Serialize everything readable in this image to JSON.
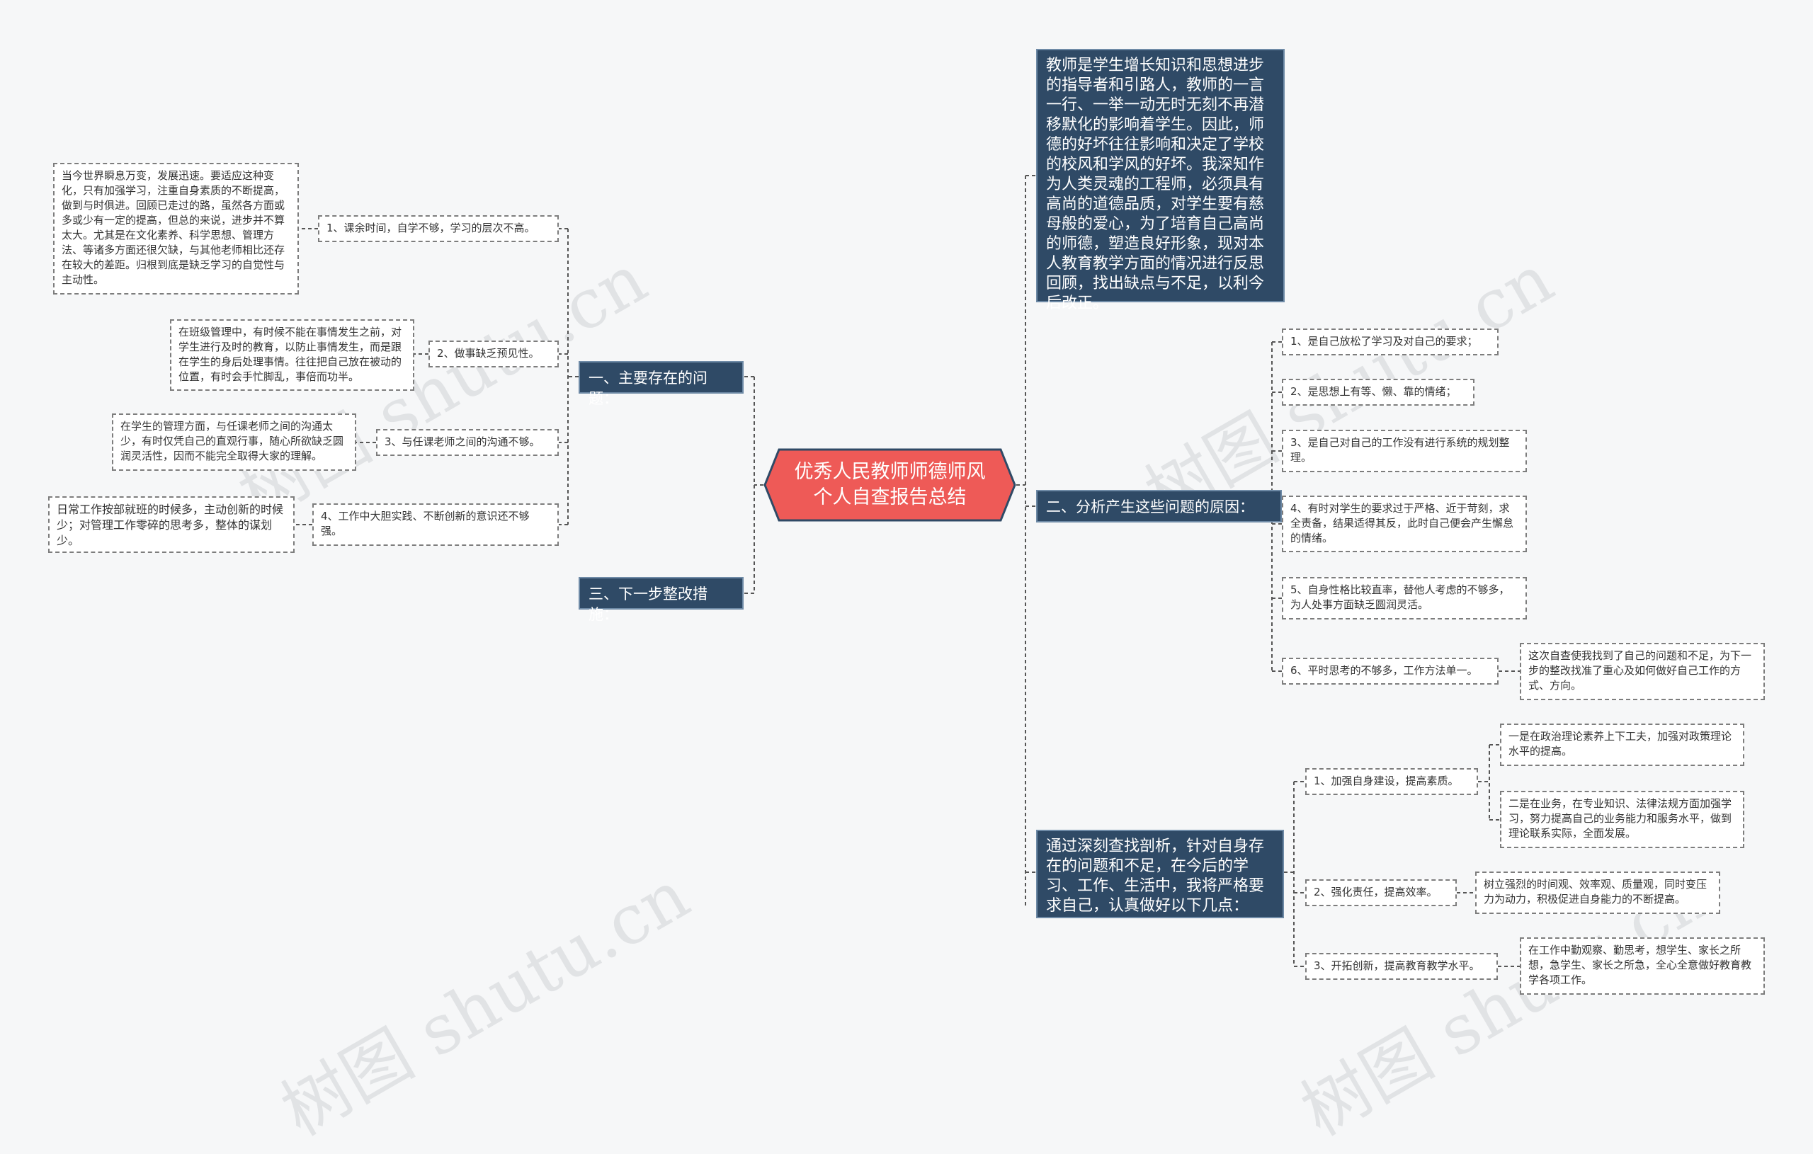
{
  "watermark": "树图 shutu.cn",
  "colors": {
    "center_fill": "#ee5a57",
    "topic_fill": "#2f4a66",
    "connector": "#555555",
    "background": "#f6f7f8"
  },
  "center": {
    "title": "优秀人民教师师德师风个人自查报告总结"
  },
  "intro": {
    "text": "教师是学生增长知识和思想进步的指导者和引路人，教师的一言一行、一举一动无时无刻不再潜移默化的影响着学生。因此，师德的好坏往往影响和决定了学校的校风和学风的好坏。我深知作为人类灵魂的工程师，必须具有高尚的道德品质，对学生要有慈母般的爱心，为了培育自己高尚的师德，塑造良好形象，现对本人教育教学方面的情况进行反思回顾，找出缺点与不足，以利今后改正。"
  },
  "left": {
    "problems": {
      "label": "一、主要存在的问题：",
      "items": [
        {
          "label": "1、课余时间，自学不够，学习的层次不高。",
          "detail": "当今世界瞬息万变，发展迅速。要适应这种变化，只有加强学习，注重自身素质的不断提高，做到与时俱进。回顾已走过的路，虽然各方面或多或少有一定的提高，但总的来说，进步并不算太大。尤其是在文化素养、科学思想、管理方法、等诸多方面还很欠缺，与其他老师相比还存在较大的差距。归根到底是缺乏学习的自觉性与主动性。"
        },
        {
          "label": "2、做事缺乏预见性。",
          "detail": "在班级管理中，有时候不能在事情发生之前，对学生进行及时的教育，以防止事情发生，而是跟在学生的身后处理事情。往往把自己放在被动的位置，有时会手忙脚乱，事倍而功半。"
        },
        {
          "label": "3、与任课老师之间的沟通不够。",
          "detail": "在学生的管理方面，与任课老师之间的沟通太少，有时仅凭自己的直观行事，随心所欲缺乏圆润灵活性，因而不能完全取得大家的理解。"
        },
        {
          "label": "4、工作中大胆实践、不断创新的意识还不够强。",
          "detail": "日常工作按部就班的时候多，主动创新的时候少；对管理工作零碎的思考多，整体的谋划少。"
        }
      ]
    },
    "next_steps": {
      "label": "三、下一步整改措施："
    }
  },
  "right": {
    "causes": {
      "label": "二、分析产生这些问题的原因：",
      "items": [
        {
          "label": "1、是自己放松了学习及对自己的要求；"
        },
        {
          "label": "2、是思想上有等、懒、靠的情绪；"
        },
        {
          "label": "3、是自己对自己的工作没有进行系统的规划整理。"
        },
        {
          "label": "4、有时对学生的要求过于严格、近于苛刻，求全责备，结果适得其反，此时自己便会产生懈怠的情绪。"
        },
        {
          "label": "5、自身性格比较直率，替他人考虑的不够多，为人处事方面缺乏圆润灵活。"
        },
        {
          "label": "6、平时思考的不够多，工作方法单一。",
          "detail": "这次自查使我找到了自己的问题和不足，为下一步的整改找准了重心及如何做好自己工作的方式、方向。"
        }
      ]
    },
    "measures": {
      "label": "通过深刻查找剖析，针对自身存在的问题和不足，在今后的学习、工作、生活中，我将严格要求自己，认真做好以下几点：",
      "items": [
        {
          "label": "1、加强自身建设，提高素质。",
          "details": [
            "一是在政治理论素养上下工夫，加强对政策理论水平的提高。",
            "二是在业务，在专业知识、法律法规方面加强学习，努力提高自己的业务能力和服务水平，做到理论联系实际，全面发展。"
          ]
        },
        {
          "label": "2、强化责任，提高效率。",
          "details": [
            "树立强烈的时间观、效率观、质量观，同时变压力为动力，积极促进自身能力的不断提高。"
          ]
        },
        {
          "label": "3、开拓创新，提高教育教学水平。",
          "details": [
            "在工作中勤观察、勤思考，想学生、家长之所想，急学生、家长之所急，全心全意做好教育教学各项工作。"
          ]
        }
      ]
    }
  }
}
